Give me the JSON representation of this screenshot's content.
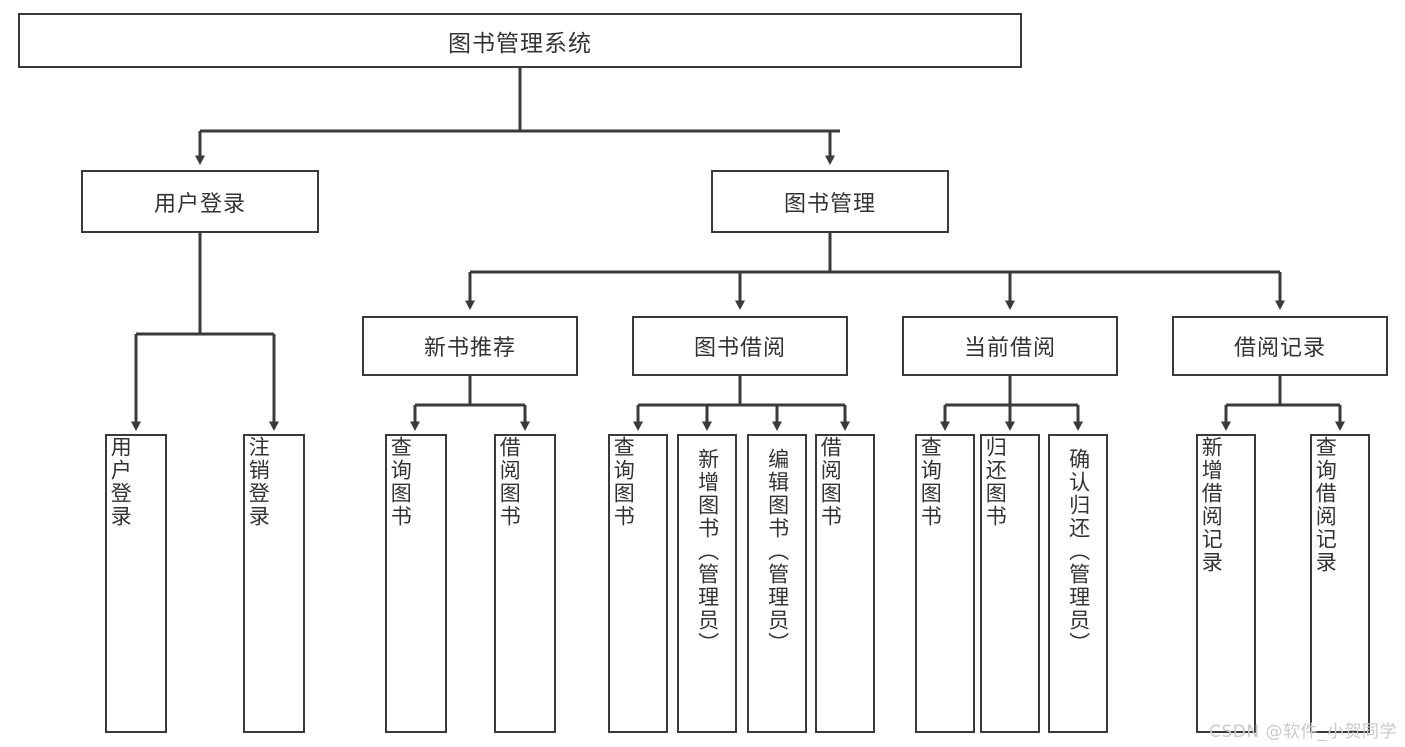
{
  "diagram": {
    "type": "tree",
    "title": "图书管理系统",
    "watermark": "CSDN @软件_小贺同学",
    "colors": {
      "box_border": "#3a3a3a",
      "box_fill": "#ffffff",
      "text": "#333333",
      "edge": "#3a3a3a",
      "watermark": "#c9c9c9",
      "background": "#ffffff"
    },
    "root": {
      "id": "root",
      "label": "图书管理系统"
    },
    "level2": [
      {
        "id": "user-login",
        "label": "用户登录"
      },
      {
        "id": "book-manage",
        "label": "图书管理"
      }
    ],
    "level3": [
      {
        "id": "new-book-recommend",
        "label": "新书推荐"
      },
      {
        "id": "book-borrow",
        "label": "图书借阅"
      },
      {
        "id": "current-borrow",
        "label": "当前借阅"
      },
      {
        "id": "borrow-record",
        "label": "借阅记录"
      }
    ],
    "leaves": {
      "user-login": [
        {
          "id": "leaf-user-login",
          "label": "用户登录"
        },
        {
          "id": "leaf-logout",
          "label": "注销登录"
        }
      ],
      "new-book-recommend": [
        {
          "id": "leaf-query-book-1",
          "label": "查询图书"
        },
        {
          "id": "leaf-borrow-book-1",
          "label": "借阅图书"
        }
      ],
      "book-borrow": [
        {
          "id": "leaf-query-book-2",
          "label": "查询图书"
        },
        {
          "id": "leaf-add-book",
          "label": "新增图书（管理员）"
        },
        {
          "id": "leaf-edit-book",
          "label": "编辑图书（管理员）"
        },
        {
          "id": "leaf-borrow-book-2",
          "label": "借阅图书"
        }
      ],
      "current-borrow": [
        {
          "id": "leaf-query-book-3",
          "label": "查询图书"
        },
        {
          "id": "leaf-return-book",
          "label": "归还图书"
        },
        {
          "id": "leaf-confirm-return",
          "label": "确认归还（管理员）"
        }
      ],
      "borrow-record": [
        {
          "id": "leaf-add-record",
          "label": "新增借阅记录"
        },
        {
          "id": "leaf-query-record",
          "label": "查询借阅记录"
        }
      ]
    }
  }
}
